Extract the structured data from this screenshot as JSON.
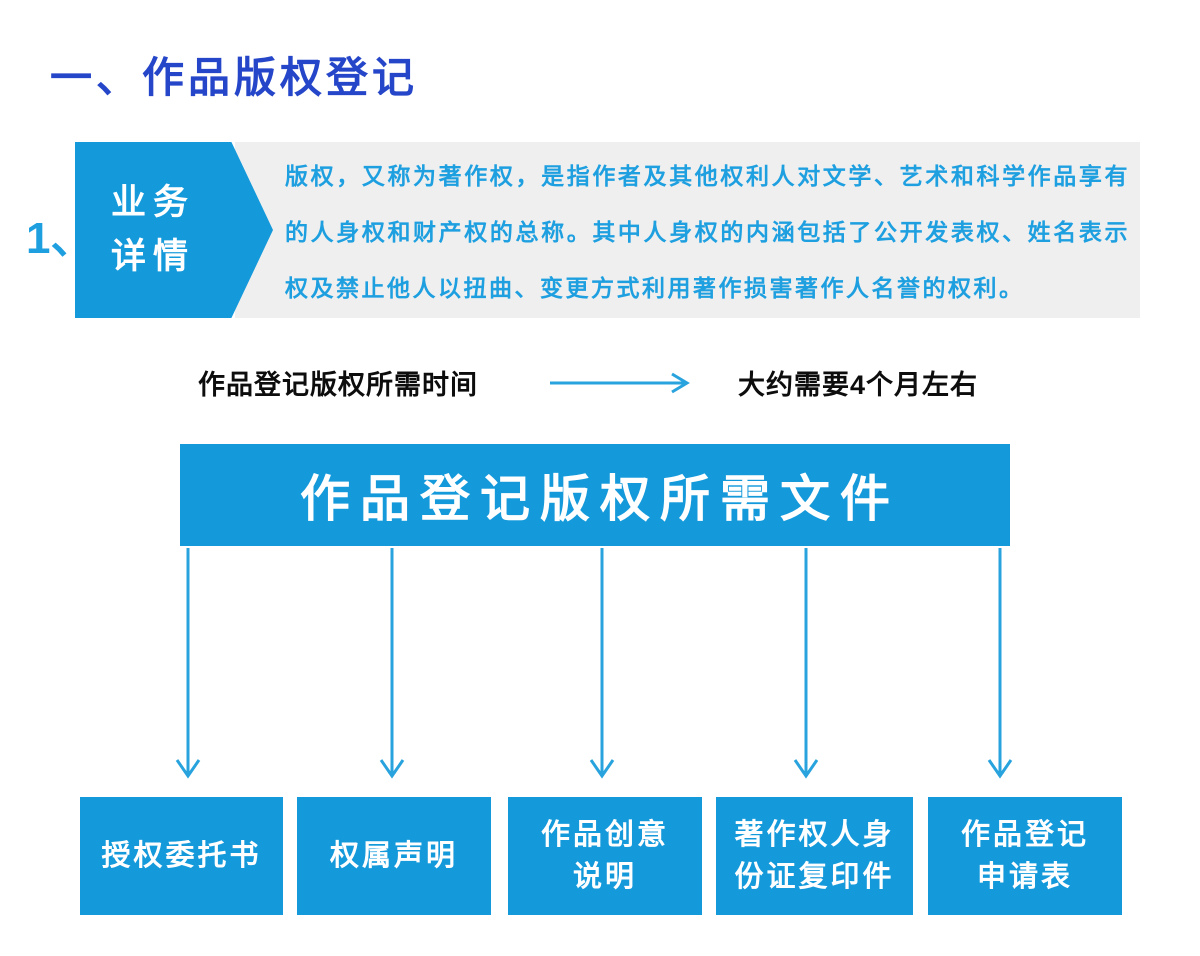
{
  "page": {
    "title": "一、作品版权登记",
    "section_number": "1、"
  },
  "business": {
    "badge_line1": "业务",
    "badge_line2": "详情",
    "description": "版权，又称为著作权，是指作者及其他权利人对文学、艺术和科学作品享有的人身权和财产权的总称。其中人身权的内涵包括了公开发表权、姓名表示权及禁止他人以扭曲、变更方式利用著作损害著作人名誉的权利。"
  },
  "timeline": {
    "label": "作品登记版权所需时间",
    "value": "大约需要4个月左右",
    "arrow_icon": "right-arrow"
  },
  "documents": {
    "title": "作品登记版权所需文件",
    "arrow_icon": "down-arrow",
    "items": [
      {
        "lines": [
          "授权委托书"
        ]
      },
      {
        "lines": [
          "权属声明"
        ]
      },
      {
        "lines": [
          "作品创意",
          "说明"
        ]
      },
      {
        "lines": [
          "著作权人身",
          "份证复印件"
        ]
      },
      {
        "lines": [
          "作品登记",
          "申请表"
        ]
      }
    ]
  },
  "colors": {
    "title_blue": "#2546c9",
    "accent_blue": "#1499db",
    "arrow_blue": "#29a3dd",
    "text_blue": "#1e9fe0",
    "panel_gray": "#efefef",
    "text_black": "#0d0d0d"
  }
}
